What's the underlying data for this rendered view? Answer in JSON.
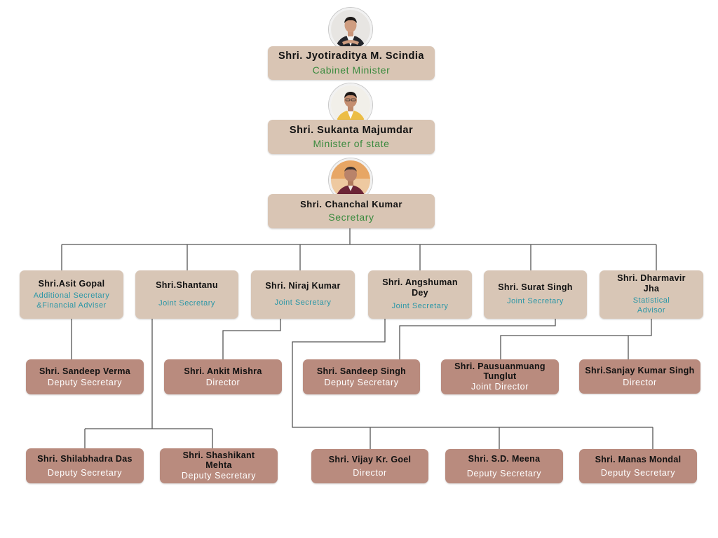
{
  "nodes": {
    "scindia": {
      "name": "Shri. Jyotiraditya M. Scindia",
      "designation": "Cabinet Minister"
    },
    "majumdar": {
      "name": "Shri. Sukanta Majumdar",
      "designation": "Minister of state"
    },
    "chanchal": {
      "name": "Shri. Chanchal Kumar",
      "designation": "Secretary"
    },
    "asit": {
      "name": "Shri.Asit Gopal",
      "designation": "Additional Secretary &Financial Adviser"
    },
    "shantanu": {
      "name": "Shri.Shantanu",
      "designation": "Joint Secretary"
    },
    "niraj": {
      "name": "Shri. Niraj Kumar",
      "designation": "Joint Secretary"
    },
    "angshuman": {
      "name": "Shri. Angshuman Dey",
      "designation": "Joint Secretary"
    },
    "surat": {
      "name": "Shri. Surat Singh",
      "designation": "Joint Secretary"
    },
    "dharmavir": {
      "name": "Shri. Dharmavir Jha",
      "designation": "Statistical Advisor"
    },
    "sandeep_verma": {
      "name": "Shri. Sandeep Verma",
      "designation": "Deputy Secretary"
    },
    "ankit": {
      "name": "Shri. Ankit Mishra",
      "designation": "Director"
    },
    "sandeep_singh": {
      "name": "Shri. Sandeep Singh",
      "designation": "Deputy Secretary"
    },
    "pausuanmuang": {
      "name": "Shri. Pausuanmuang Tunglut",
      "designation": "Joint Director"
    },
    "sanjay": {
      "name": "Shri.Sanjay Kumar Singh",
      "designation": "Director"
    },
    "shilabhadra": {
      "name": "Shri. Shilabhadra Das",
      "designation": "Deputy Secretary"
    },
    "shashikant": {
      "name": "Shri. Shashikant Mehta",
      "designation": "Deputy Secretary"
    },
    "vijay": {
      "name": "Shri. Vijay Kr. Goel",
      "designation": "Director"
    },
    "meena": {
      "name": "Shri. S.D. Meena",
      "designation": "Deputy Secretary"
    },
    "manas": {
      "name": "Shri. Manas Mondal",
      "designation": "Deputy Secretary"
    }
  },
  "edges": [
    [
      "chanchal",
      "asit"
    ],
    [
      "chanchal",
      "shantanu"
    ],
    [
      "chanchal",
      "niraj"
    ],
    [
      "chanchal",
      "angshuman"
    ],
    [
      "chanchal",
      "surat"
    ],
    [
      "chanchal",
      "dharmavir"
    ],
    [
      "asit",
      "sandeep_verma"
    ],
    [
      "shantanu",
      "shilabhadra"
    ],
    [
      "shantanu",
      "shashikant"
    ],
    [
      "niraj",
      "ankit"
    ],
    [
      "angshuman",
      "vijay"
    ],
    [
      "angshuman",
      "meena"
    ],
    [
      "angshuman",
      "manas"
    ],
    [
      "surat",
      "sandeep_singh"
    ],
    [
      "dharmavir",
      "pausuanmuang"
    ],
    [
      "dharmavir",
      "sanjay"
    ]
  ],
  "colors": {
    "connector": "#555555",
    "designation_top": "#3a8a3e",
    "designation_mid": "#2a96a6"
  }
}
